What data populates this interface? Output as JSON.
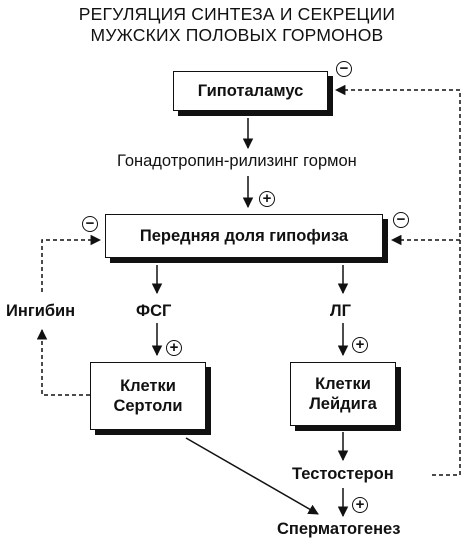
{
  "title": {
    "line1": "РЕГУЛЯЦИЯ СИНТЕЗА И СЕКРЕЦИИ",
    "line2": "МУЖСКИХ ПОЛОВЫХ ГОРМОНОВ"
  },
  "nodes": {
    "hypothalamus": "Гипоталамус",
    "gnrh": "Гонадотропин-рилизинг гормон",
    "pituitary": "Передняя доля гипофиза",
    "inhibin": "Ингибин",
    "fsh": "ФСГ",
    "lh": "ЛГ",
    "sertoli_1": "Клетки",
    "sertoli_2": "Сертоли",
    "leydig_1": "Клетки",
    "leydig_2": "Лейдига",
    "testosterone": "Тестостерон",
    "spermatogenesis": "Сперматогенез"
  },
  "signs": {
    "minus": "−",
    "plus": "+"
  }
}
